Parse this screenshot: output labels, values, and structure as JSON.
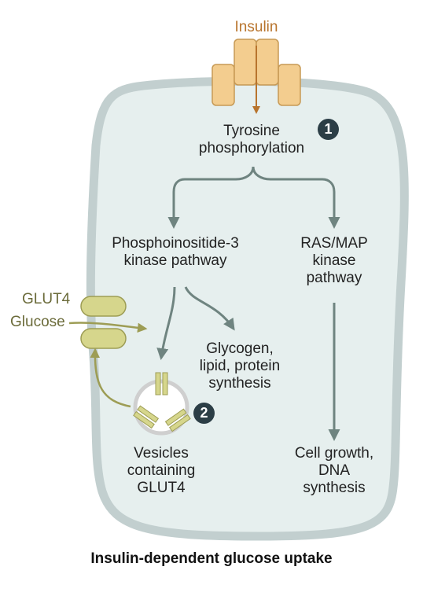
{
  "labels": {
    "insulin": "Insulin",
    "tyrosine_line1": "Tyrosine",
    "tyrosine_line2": "phosphorylation",
    "pi3k_line1": "Phosphoinositide-3",
    "pi3k_line2": "kinase pathway",
    "ras_line1": "RAS/MAP",
    "ras_line2": "kinase",
    "ras_line3": "pathway",
    "glut4": "GLUT4",
    "glucose": "Glucose",
    "glycogen_line1": "Glycogen,",
    "glycogen_line2": "lipid, protein",
    "glycogen_line3": "synthesis",
    "vesicles_line1": "Vesicles",
    "vesicles_line2": "containing",
    "vesicles_line3": "GLUT4",
    "cellgrowth_line1": "Cell growth,",
    "cellgrowth_line2": "DNA",
    "cellgrowth_line3": "synthesis"
  },
  "badges": {
    "one": "❶",
    "two": "❷"
  },
  "caption": "Insulin-dependent glucose uptake",
  "colors": {
    "cell_fill": "#e6efee",
    "cell_border": "#c2cfcf",
    "receptor_fill": "#f3cd8f",
    "receptor_stroke": "#c79a55",
    "insulin_arrow": "#b8742d",
    "pathway_arrow": "#6f8480",
    "glut4_fill": "#d6d68c",
    "glut4_stroke": "#9d9d55",
    "badge": "#2c3e46"
  }
}
